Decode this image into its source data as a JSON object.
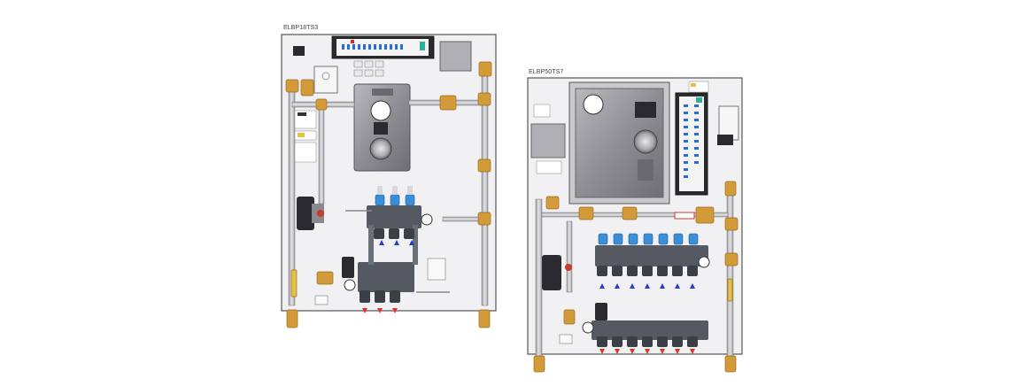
{
  "panels": [
    {
      "id": "left",
      "model": "ELBP18TS3",
      "supply_loops": 3,
      "return_loops": 3
    },
    {
      "id": "right",
      "model": "ELBP50TS7",
      "supply_loops": 7,
      "return_loops": 7
    }
  ],
  "colors": {
    "panel_fill": "#f1f1f3",
    "panel_stroke": "#555555",
    "brass": "#d39a3a",
    "brass_dark": "#9c6b1c",
    "pipe": "#c8c8cc",
    "manifold": "#555a62",
    "boiler": "#8a8a8e",
    "flow_meter": "#3b8fd8",
    "return_arrow": "#e0322a",
    "supply_arrow": "#2340c8"
  }
}
